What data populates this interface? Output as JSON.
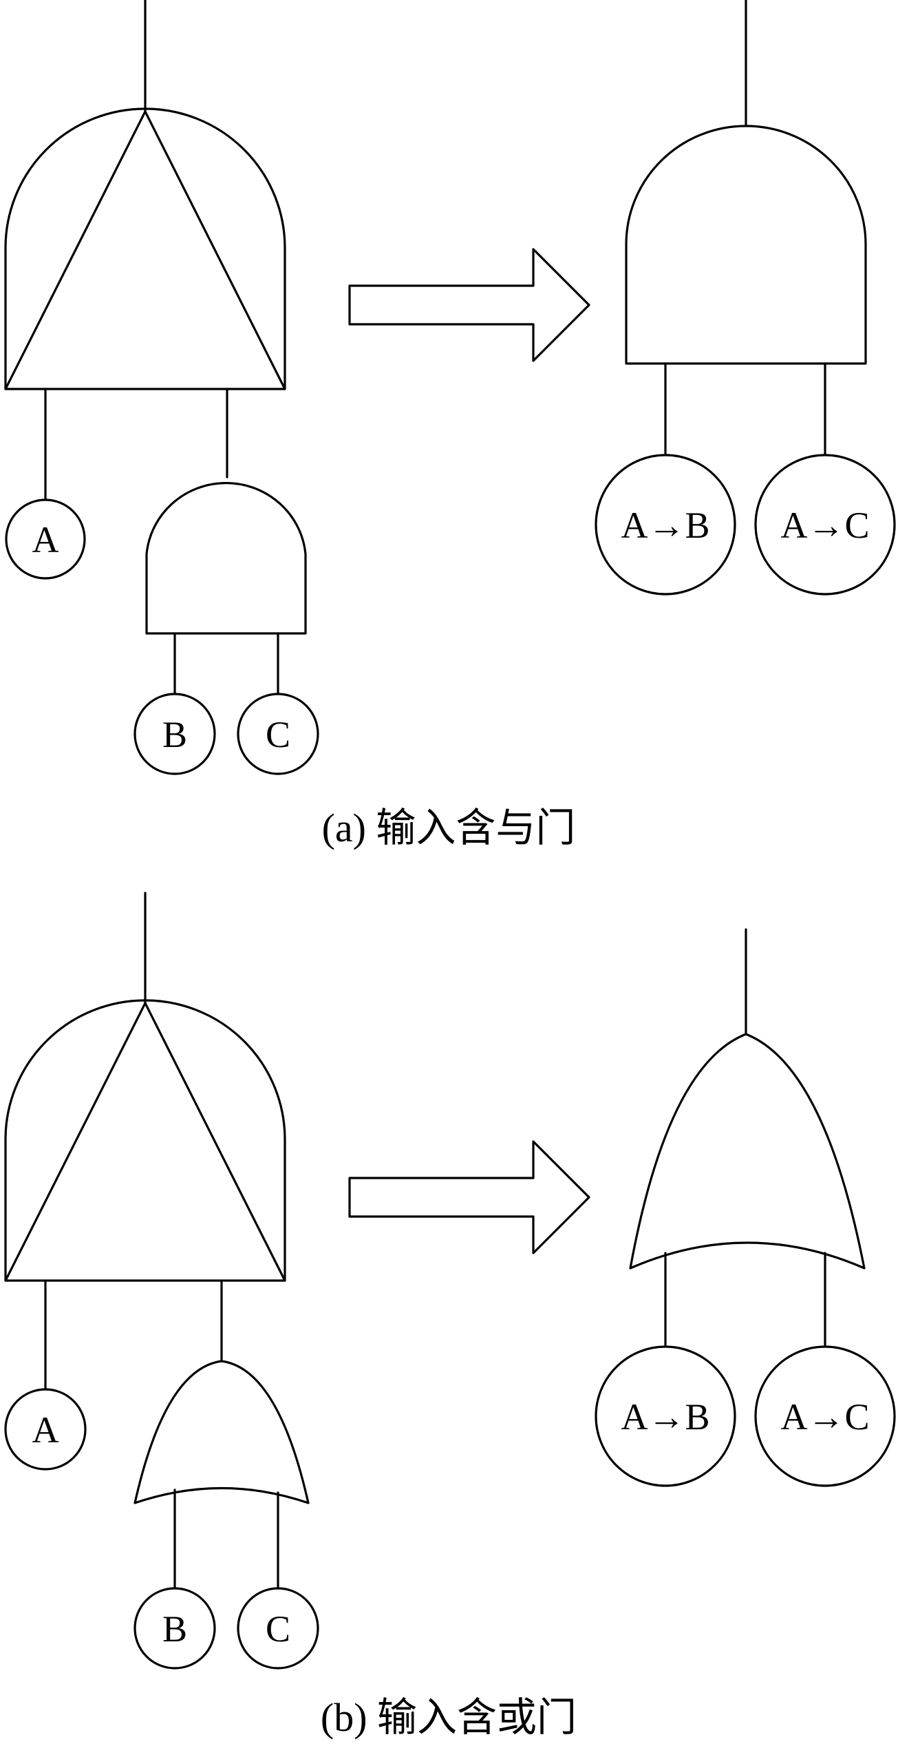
{
  "panel_a": {
    "caption": "(a) 输入含与门",
    "inputs": {
      "a": "A",
      "b": "B",
      "c": "C"
    },
    "outputs": {
      "left": "A→B",
      "right": "A→C"
    }
  },
  "panel_b": {
    "caption": "(b) 输入含或门",
    "inputs": {
      "a": "A",
      "b": "B",
      "c": "C"
    },
    "outputs": {
      "left": "A→B",
      "right": "A→C"
    }
  }
}
